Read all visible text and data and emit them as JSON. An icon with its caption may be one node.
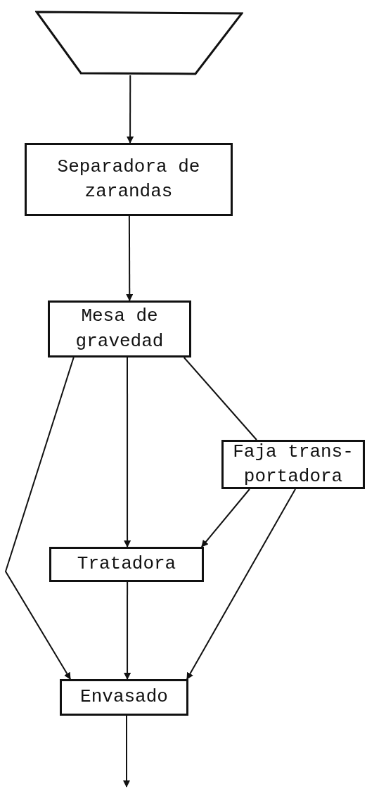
{
  "diagram": {
    "nodes": [
      {
        "text": [],
        "shape": "trapezoid"
      },
      {
        "text": [
          "Separadora de zarandas"
        ]
      },
      {
        "text": [
          "Mesa de gravedad"
        ]
      },
      {
        "text": [
          "Faja trans- portadora"
        ]
      },
      {
        "text": [
          "Tratadora"
        ]
      },
      {
        "text": [
          "Envasado"
        ]
      }
    ],
    "edges": [
      {
        "from": 0,
        "to": 1,
        "arrow": "to"
      },
      {
        "from": 1,
        "to": 2,
        "arrow": "to"
      },
      {
        "from": 2,
        "to": 4,
        "arrow": "to"
      },
      {
        "from": 2,
        "to": 3,
        "arrow": "none"
      },
      {
        "from": 3,
        "to": 4,
        "arrow": "to"
      },
      {
        "from": 3,
        "to": 5,
        "arrow": "to"
      },
      {
        "from": 2,
        "to": 5,
        "arrow": "to"
      },
      {
        "from": 4,
        "to": 5,
        "arrow": "to"
      },
      {
        "from": 5,
        "to": null,
        "arrow": "to"
      }
    ]
  }
}
